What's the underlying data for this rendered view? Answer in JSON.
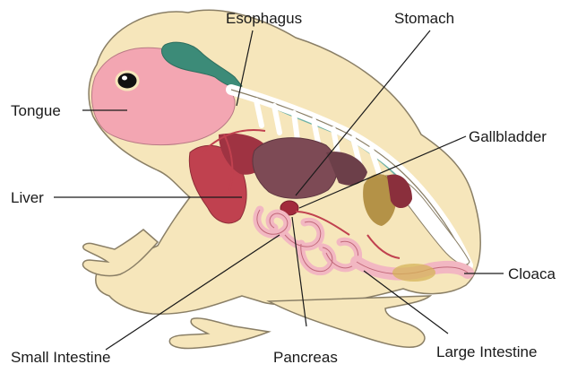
{
  "labels": {
    "esophagus": "Esophagus",
    "stomach": "Stomach",
    "tongue": "Tongue",
    "gallbladder": "Gallbladder",
    "liver": "Liver",
    "cloaca": "Cloaca",
    "small_intestine": "Small Intestine",
    "pancreas": "Pancreas",
    "large_intestine": "Large Intestine"
  },
  "colors": {
    "background": "#ffffff",
    "skin": "#f6e6bb",
    "outline": "#8a7f66",
    "tongue": "#f3a6b2",
    "liver": "#c0414f",
    "stomach": "#7d4a55",
    "intestine": "#f2b7c2",
    "spine": "#ffffff",
    "esophagus_tube": "#3c8b78",
    "leader_line": "#1a1a1a"
  }
}
